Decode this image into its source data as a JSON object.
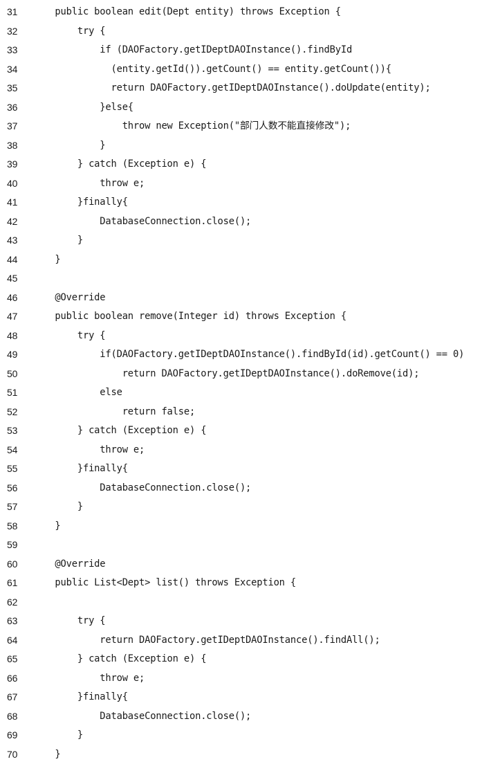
{
  "code_listing": {
    "lines": [
      {
        "number": "31",
        "text": "    public boolean edit(Dept entity) throws Exception {"
      },
      {
        "number": "32",
        "text": "        try {"
      },
      {
        "number": "33",
        "text": "            if (DAOFactory.getIDeptDAOInstance().findById"
      },
      {
        "number": "34",
        "text": "              (entity.getId()).getCount() == entity.getCount()){"
      },
      {
        "number": "35",
        "text": "              return DAOFactory.getIDeptDAOInstance().doUpdate(entity);"
      },
      {
        "number": "36",
        "text": "            }else{"
      },
      {
        "number": "37",
        "text": "                throw new Exception(\"部门人数不能直接修改\");"
      },
      {
        "number": "38",
        "text": "            }"
      },
      {
        "number": "39",
        "text": "        } catch (Exception e) {"
      },
      {
        "number": "40",
        "text": "            throw e;"
      },
      {
        "number": "41",
        "text": "        }finally{"
      },
      {
        "number": "42",
        "text": "            DatabaseConnection.close();"
      },
      {
        "number": "43",
        "text": "        }"
      },
      {
        "number": "44",
        "text": "    }"
      },
      {
        "number": "45",
        "text": ""
      },
      {
        "number": "46",
        "text": "    @Override"
      },
      {
        "number": "47",
        "text": "    public boolean remove(Integer id) throws Exception {"
      },
      {
        "number": "48",
        "text": "        try {"
      },
      {
        "number": "49",
        "text": "            if(DAOFactory.getIDeptDAOInstance().findById(id).getCount() == 0)"
      },
      {
        "number": "50",
        "text": "                return DAOFactory.getIDeptDAOInstance().doRemove(id);"
      },
      {
        "number": "51",
        "text": "            else"
      },
      {
        "number": "52",
        "text": "                return false;"
      },
      {
        "number": "53",
        "text": "        } catch (Exception e) {"
      },
      {
        "number": "54",
        "text": "            throw e;"
      },
      {
        "number": "55",
        "text": "        }finally{"
      },
      {
        "number": "56",
        "text": "            DatabaseConnection.close();"
      },
      {
        "number": "57",
        "text": "        }"
      },
      {
        "number": "58",
        "text": "    }"
      },
      {
        "number": "59",
        "text": ""
      },
      {
        "number": "60",
        "text": "    @Override"
      },
      {
        "number": "61",
        "text": "    public List<Dept> list() throws Exception {"
      },
      {
        "number": "62",
        "text": ""
      },
      {
        "number": "63",
        "text": "        try {"
      },
      {
        "number": "64",
        "text": "            return DAOFactory.getIDeptDAOInstance().findAll();"
      },
      {
        "number": "65",
        "text": "        } catch (Exception e) {"
      },
      {
        "number": "66",
        "text": "            throw e;"
      },
      {
        "number": "67",
        "text": "        }finally{"
      },
      {
        "number": "68",
        "text": "            DatabaseConnection.close();"
      },
      {
        "number": "69",
        "text": "        }"
      },
      {
        "number": "70",
        "text": "    }"
      }
    ]
  }
}
